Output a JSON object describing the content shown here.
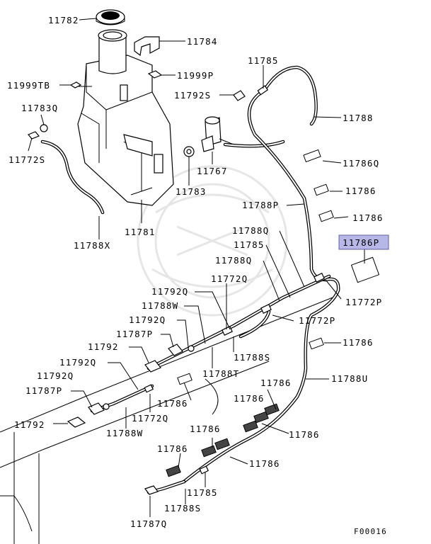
{
  "diagram_code": "F00016",
  "highlight_color": "#b8b8e8",
  "labels": {
    "l11782": "11782",
    "l11784": "11784",
    "l11999tb": "11999TB",
    "l11999p": "11999P",
    "l11785a": "11785",
    "l11792s": "11792S",
    "l11783q": "11783Q",
    "l11788a": "11788",
    "l11772s": "11772S",
    "l11767": "11767",
    "l11786q": "11786Q",
    "l11783": "11783",
    "l11786a": "11786",
    "l11788p": "11788P",
    "l11786b": "11786",
    "l11781": "11781",
    "l11788x": "11788X",
    "l11788qa": "11788Q",
    "l11786p": "11786P",
    "l11785b": "11785",
    "l11788qb": "11788Q",
    "l11772qa": "11772Q",
    "l11792qa": "11792Q",
    "l11772p": "11772P",
    "l11788w": "11788W",
    "l11792qb": "11792Q",
    "l11772pb": "11772P",
    "l11787pa": "11787P",
    "l11786c": "11786",
    "l11792a": "11792",
    "l11788s": "11788S",
    "l11792qc": "11792Q",
    "l11788t": "11788T",
    "l11788u": "11788U",
    "l11787pb": "11787P",
    "l11786d": "11786",
    "l11786e": "11786",
    "l11772qb": "11772Q",
    "l11792b": "11792",
    "l11788wb": "11788W",
    "l11786f": "11786",
    "l11786g": "11786",
    "l11786h": "11786",
    "l11786i": "11786",
    "l11785c": "11785",
    "l11788sb": "11788S",
    "l11787q": "11787Q"
  }
}
